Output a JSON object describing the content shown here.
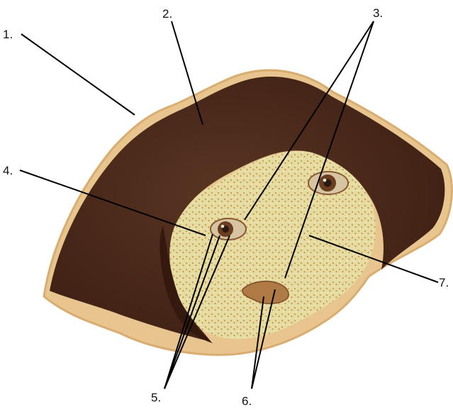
{
  "labels": [
    {
      "id": "1",
      "text": "1."
    },
    {
      "id": "2",
      "text": "2."
    },
    {
      "id": "3",
      "text": "3."
    },
    {
      "id": "4",
      "text": "4."
    },
    {
      "id": "5",
      "text": "5."
    },
    {
      "id": "6",
      "text": "6."
    },
    {
      "id": "7",
      "text": "7."
    }
  ],
  "colors": {
    "hair": "#4a2a1c",
    "hair_shadow": "#35190f",
    "crust": "#e8c48e",
    "face": "#e6dba0",
    "eye_white": "#d7c4a0",
    "iris": "#6b3e22",
    "pupil": "#2a1a12",
    "leader": "#000000"
  }
}
